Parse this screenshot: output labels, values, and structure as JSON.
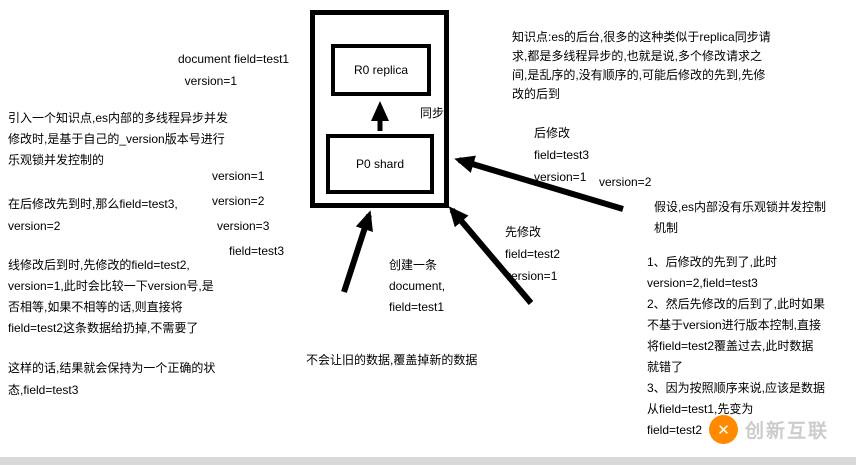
{
  "diagram": {
    "replica": "R0 replica",
    "shard": "P0 shard",
    "sync": "同步"
  },
  "notes": {
    "doc_initial": [
      "document field=test1",
      "  version=1"
    ],
    "left_intro": [
      "引入一个知识点,es内部的多线程异步并发",
      "修改时,是基于自己的_version版本号进行",
      "乐观锁并发控制的"
    ],
    "left_case_later_first": [
      "在后修改先到时,那么field=test3,",
      "version=2"
    ],
    "left_case_earlier_later": [
      "线修改后到时,先修改的field=test2,",
      "version=1,此时会比较一下version号,是",
      "否相等,如果不相等的话,则直接将",
      "field=test2这条数据给扔掉,不需要了"
    ],
    "left_result": [
      "这样的话,结果就会保持为一个正确的状",
      "态,field=test3"
    ],
    "version_steps": [
      "version=1",
      "version=2",
      "version=3",
      "field=test3"
    ],
    "create_doc": [
      "创建一条",
      "document,",
      "field=test1"
    ],
    "bottom_note": "不会让旧的数据,覆盖掉新的数据",
    "knowledge_point": [
      "知识点:es的后台,很多的这种类似于replica同步请",
      "求,都是多线程异步的,也就是说,多个修改请求之",
      "间,是乱序的,没有顺序的,可能后修改的先到,先修",
      "改的后到"
    ],
    "later_mod": [
      "后修改",
      "field=test3",
      "version=1"
    ],
    "later_mod_v2": "version=2",
    "earlier_mod": [
      "先修改",
      "field=test2",
      "version=1"
    ],
    "assumption": [
      "假设,es内部没有乐观锁并发控制",
      "机制"
    ],
    "numbered_list": [
      "1、后修改的先到了,此时",
      "version=2,field=test3",
      "2、然后先修改的后到了,此时如果",
      "不基于version进行版本控制,直接",
      "将field=test2覆盖过去,此时数据",
      "就错了",
      "3、因为按照顺序来说,应该是数据",
      "从field=test1,先变为",
      "field=test2"
    ]
  },
  "watermark": {
    "icon": "✕",
    "brand": "创新互联"
  }
}
